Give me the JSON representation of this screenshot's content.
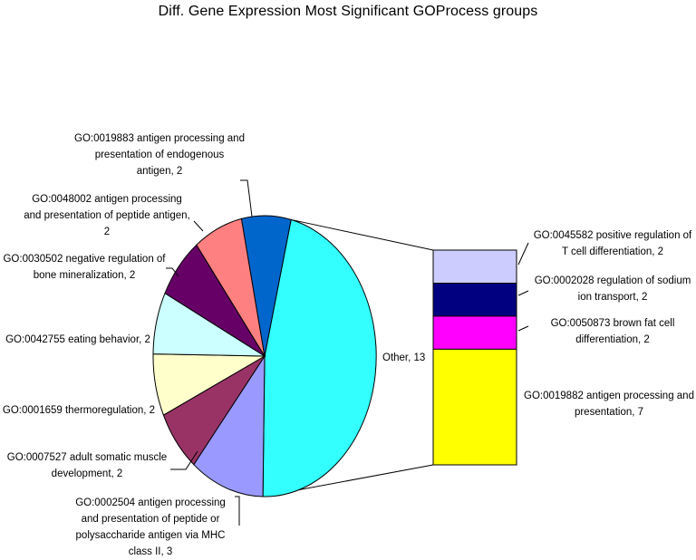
{
  "chart_data": {
    "type": "pie-of-bar",
    "title": "Diff. Gene Expression Most Significant GOProcess groups",
    "pie": [
      {
        "label": [
          "Other, 13"
        ],
        "value": 13,
        "color": "#33FFFF"
      },
      {
        "label": [
          "GO:0002504 antigen processing",
          "and presentation of peptide or",
          "polysaccharide antigen via MHC",
          "class II, 3"
        ],
        "value": 3,
        "color": "#9999FF"
      },
      {
        "label": [
          "GO:0007527 adult somatic muscle",
          "development, 2"
        ],
        "value": 2,
        "color": "#993366"
      },
      {
        "label": [
          "GO:0001659 thermoregulation, 2"
        ],
        "value": 2,
        "color": "#FFFFCC"
      },
      {
        "label": [
          "GO:0042755 eating behavior, 2"
        ],
        "value": 2,
        "color": "#CCFFFF"
      },
      {
        "label": [
          "GO:0030502 negative regulation of",
          "bone mineralization, 2"
        ],
        "value": 2,
        "color": "#660066"
      },
      {
        "label": [
          "GO:0048002 antigen processing",
          "and presentation of peptide antigen,",
          "2"
        ],
        "value": 2,
        "color": "#FF8080"
      },
      {
        "label": [
          "GO:0019883 antigen processing and",
          "presentation of endogenous",
          "antigen, 2"
        ],
        "value": 2,
        "color": "#0066CC"
      }
    ],
    "bar": [
      {
        "label": [
          "GO:0045582 positive regulation of",
          "T cell differentiation, 2"
        ],
        "value": 2,
        "color": "#CCCCFF"
      },
      {
        "label": [
          "GO:0002028 regulation of sodium",
          "ion transport, 2"
        ],
        "value": 2,
        "color": "#000080"
      },
      {
        "label": [
          "GO:0050873 brown fat cell",
          "differentiation, 2"
        ],
        "value": 2,
        "color": "#FF00FF"
      },
      {
        "label": [
          "GO:0019882 antigen processing and",
          "presentation, 7"
        ],
        "value": 7,
        "color": "#FFFF00"
      }
    ]
  }
}
